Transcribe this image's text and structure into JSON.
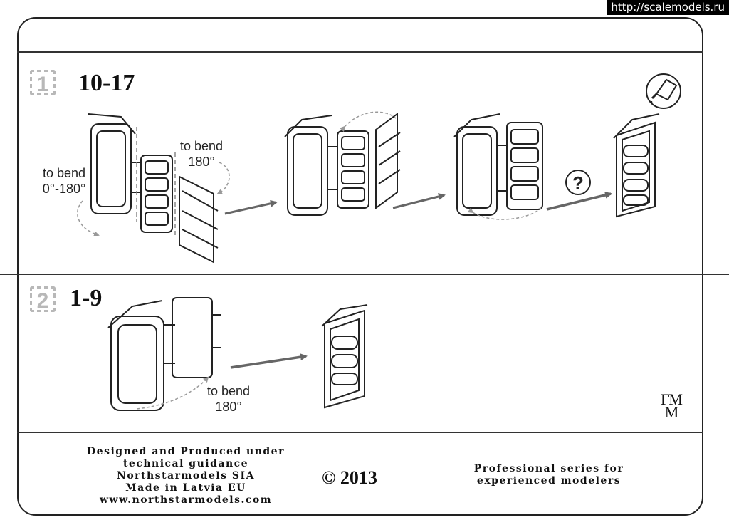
{
  "watermark": "http://scalemodels.ru",
  "step1": {
    "number": "1",
    "parts": "10-17",
    "note_left_line1": "to bend",
    "note_left_line2": "0°-180°",
    "note_right_line1": "to bend",
    "note_right_line2": "180°",
    "question": "?"
  },
  "step2": {
    "number": "2",
    "parts": "1-9",
    "note_line1": "to bend",
    "note_line2": "180°"
  },
  "footer": {
    "left_lines": [
      "Designed and Produced under",
      "technical guidance",
      "Northstarmodels SIA",
      "Made in Latvia EU",
      "www.northstarmodels.com"
    ],
    "copyright": "© 2013",
    "right_lines": [
      "Professional series for",
      "experienced modelers"
    ],
    "logo_top": "ГМ",
    "logo_bottom": "М"
  },
  "colors": {
    "line": "#333333",
    "arrow": "#6a6a6a",
    "step_number": "#b8b8b8"
  }
}
